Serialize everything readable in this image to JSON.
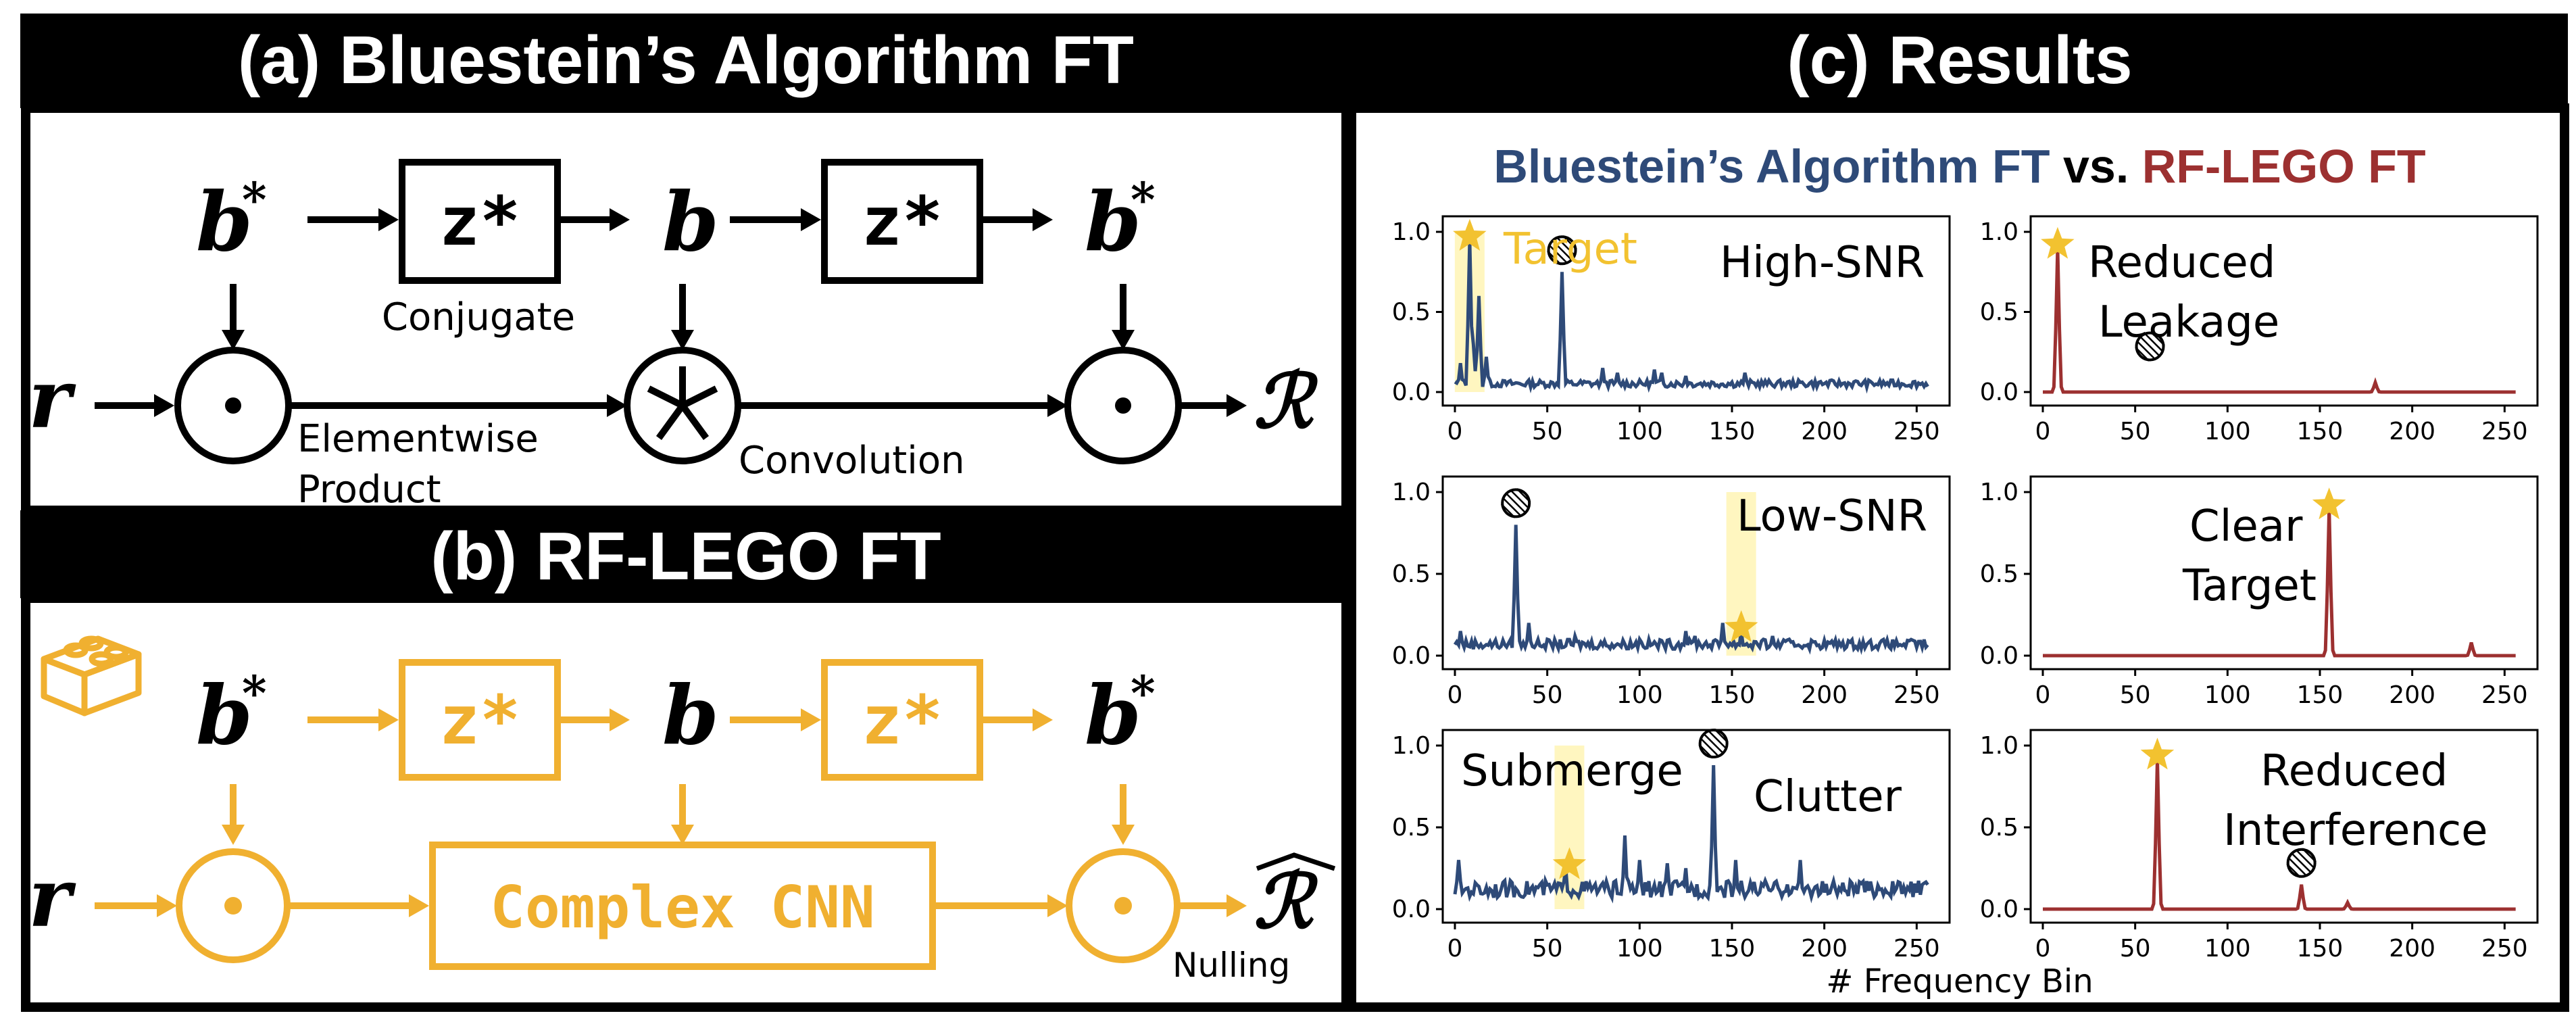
{
  "panel_a": {
    "title": "(a) Bluestein’s Algorithm FT",
    "symbols": {
      "b_star": "b",
      "star_sup": "*",
      "b": "b",
      "r": "r",
      "R": "ℛ"
    },
    "conj_box": "z*",
    "conj_label": "Conjugate",
    "elementwise_label_1": "Elementwise",
    "elementwise_label_2": "Product",
    "convolution_label": "Convolution"
  },
  "panel_b": {
    "title": "(b) RF-LEGO FT",
    "conj_box": "z*",
    "cnn_box": "Complex CNN",
    "nulling_label": "Nulling",
    "accent_color": "#f0b030"
  },
  "panel_c": {
    "title": "(c) Results",
    "subtitle_part1": "Bluestein’s Algorithm FT",
    "subtitle_vs": " vs. ",
    "subtitle_part2": "RF-LEGO FT",
    "blue_color": "#2e4a78",
    "red_color": "#9c3030",
    "target_color": "#f2c230",
    "xlabel": "# Frequency Bin",
    "annotations": {
      "high_snr": "High-SNR",
      "target": "Target",
      "reduced_leakage_1": "Reduced",
      "reduced_leakage_2": "Leakage",
      "low_snr": "Low-SNR",
      "clear_target_1": "Clear",
      "clear_target_2": "Target",
      "submerge": "Submerge",
      "clutter": "Clutter",
      "reduced_interference_1": "Reduced",
      "reduced_interference_2": "Interference"
    }
  },
  "chart_data": [
    {
      "type": "line",
      "name": "high-snr-bluestein",
      "x_range": [
        0,
        256
      ],
      "ylim": [
        0,
        1.0
      ],
      "xticks": [
        "0",
        "50",
        "100",
        "150",
        "200",
        "250"
      ],
      "yticks": [
        "0.0",
        "0.5",
        "1.0"
      ],
      "peaks": [
        [
          3,
          0.18
        ],
        [
          8,
          0.95
        ],
        [
          10,
          0.3
        ],
        [
          13,
          0.6
        ],
        [
          17,
          0.22
        ],
        [
          58,
          0.75
        ],
        [
          80,
          0.15
        ],
        [
          88,
          0.12
        ],
        [
          108,
          0.14
        ],
        [
          112,
          0.12
        ],
        [
          125,
          0.1
        ],
        [
          157,
          0.12
        ]
      ],
      "baseline": 0.03,
      "target_bin": 8,
      "clutter_bin": 58,
      "color": "blue"
    },
    {
      "type": "line",
      "name": "high-snr-rflego",
      "x_range": [
        0,
        256
      ],
      "ylim": [
        0,
        1.0
      ],
      "xticks": [
        "0",
        "50",
        "100",
        "150",
        "200",
        "250"
      ],
      "yticks": [
        "0.0",
        "0.5",
        "1.0"
      ],
      "peaks": [
        [
          8,
          0.9
        ],
        [
          180,
          0.06
        ]
      ],
      "baseline": 0.0,
      "target_bin": 8,
      "clutter_bin": 58,
      "color": "red"
    },
    {
      "type": "line",
      "name": "low-snr-bluestein",
      "x_range": [
        0,
        256
      ],
      "ylim": [
        0,
        1.0
      ],
      "xticks": [
        "0",
        "50",
        "100",
        "150",
        "200",
        "250"
      ],
      "yticks": [
        "0.0",
        "0.5",
        "1.0"
      ],
      "peaks": [
        [
          3,
          0.15
        ],
        [
          33,
          0.8
        ],
        [
          40,
          0.2
        ],
        [
          50,
          0.1
        ],
        [
          65,
          0.12
        ],
        [
          100,
          0.1
        ],
        [
          125,
          0.15
        ],
        [
          130,
          0.12
        ],
        [
          145,
          0.2
        ],
        [
          155,
          0.15
        ],
        [
          172,
          0.12
        ]
      ],
      "baseline": 0.04,
      "target_bin": 155,
      "clutter_bin": 33,
      "color": "blue"
    },
    {
      "type": "line",
      "name": "low-snr-rflego",
      "x_range": [
        0,
        256
      ],
      "ylim": [
        0,
        1.0
      ],
      "xticks": [
        "0",
        "50",
        "100",
        "150",
        "200",
        "250"
      ],
      "yticks": [
        "0.0",
        "0.5",
        "1.0"
      ],
      "peaks": [
        [
          155,
          0.9
        ],
        [
          232,
          0.08
        ]
      ],
      "baseline": 0.0,
      "target_bin": 155,
      "color": "red"
    },
    {
      "type": "line",
      "name": "submerge-bluestein",
      "x_range": [
        0,
        256
      ],
      "ylim": [
        0,
        1.0
      ],
      "xticks": [
        "0",
        "50",
        "100",
        "150",
        "200",
        "250"
      ],
      "yticks": [
        "0.0",
        "0.5",
        "1.0"
      ],
      "peaks": [
        [
          2,
          0.3
        ],
        [
          30,
          0.12
        ],
        [
          60,
          0.25
        ],
        [
          92,
          0.45
        ],
        [
          100,
          0.3
        ],
        [
          115,
          0.28
        ],
        [
          125,
          0.25
        ],
        [
          140,
          0.88
        ],
        [
          152,
          0.3
        ],
        [
          180,
          0.15
        ],
        [
          187,
          0.3
        ],
        [
          230,
          0.12
        ]
      ],
      "baseline": 0.07,
      "target_bin": 62,
      "clutter_bin": 140,
      "color": "blue"
    },
    {
      "type": "line",
      "name": "submerge-rflego",
      "x_range": [
        0,
        256
      ],
      "ylim": [
        0,
        1.0
      ],
      "xticks": [
        "0",
        "50",
        "100",
        "150",
        "200",
        "250"
      ],
      "yticks": [
        "0.0",
        "0.5",
        "1.0"
      ],
      "peaks": [
        [
          62,
          0.92
        ],
        [
          140,
          0.15
        ],
        [
          165,
          0.04
        ]
      ],
      "baseline": 0.0,
      "target_bin": 62,
      "clutter_bin": 140,
      "color": "red"
    }
  ]
}
